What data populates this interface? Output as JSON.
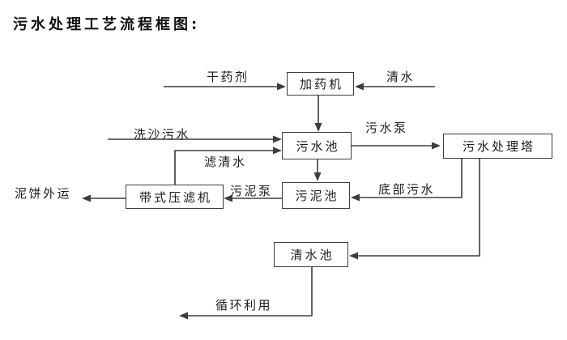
{
  "title": "污水处理工艺流程框图:",
  "nodes": {
    "dosing_machine": "加药机",
    "sewage_pool": "污水池",
    "treatment_tower": "污水处理塔",
    "sludge_pool": "污泥池",
    "belt_filter_press": "带式压滤机",
    "clean_water_pool": "清水池"
  },
  "edges": {
    "dry_agent": "干药剂",
    "clean_water": "清水",
    "sand_washing_sewage": "洗沙污水",
    "filtered_water": "滤清水",
    "sewage_pump": "污水泵",
    "bottom_sewage": "底部污水",
    "sludge_pump": "污泥泵",
    "mud_cake_out": "泥饼外运",
    "recycling": "循环利用"
  },
  "colors": {
    "line": "#3e3e3e",
    "text": "#1c1c1c",
    "background": "#ffffff"
  }
}
